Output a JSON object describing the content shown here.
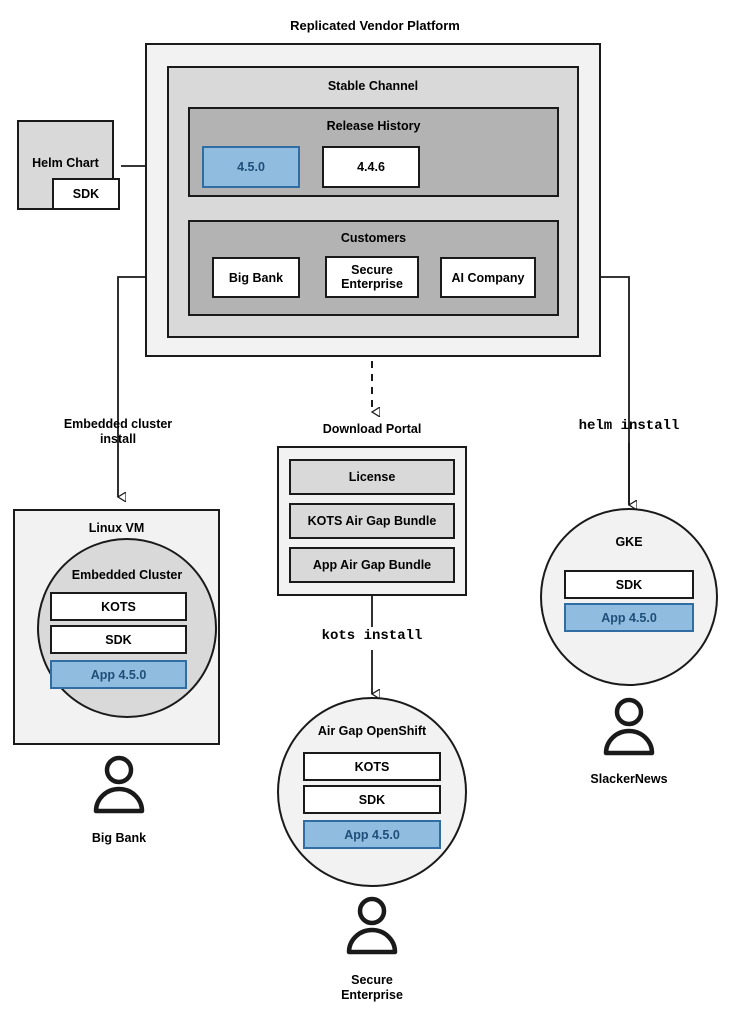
{
  "diagram": {
    "title": "Replicated Vendor Platform",
    "platform": {
      "stable_channel": {
        "title": "Stable Channel",
        "release_history": {
          "title": "Release History",
          "releases": [
            {
              "version": "4.5.0",
              "state": "current"
            },
            {
              "version": "4.4.6",
              "state": "previous"
            }
          ]
        },
        "customers": {
          "title": "Customers",
          "items": [
            "Big Bank",
            "Secure Enterprise",
            "AI Company"
          ]
        }
      }
    },
    "helm_chart": {
      "title": "Helm Chart",
      "sdk_label": "SDK"
    },
    "flows": [
      {
        "label": "Embedded cluster install",
        "from": "Big Bank",
        "to": "Linux VM"
      },
      {
        "label": "kots install",
        "from": "Download Portal",
        "to": "Air Gap OpenShift"
      },
      {
        "label": "helm install",
        "from": "AI Company",
        "to": "GKE"
      }
    ],
    "flow_labels": {
      "embedded_line1": "Embedded cluster",
      "embedded_line2": "install",
      "kots_install": "kots install",
      "helm_install": "helm install"
    },
    "download_portal": {
      "title": "Download Portal",
      "artifacts": [
        "License",
        "KOTS Air Gap Bundle",
        "App Air Gap Bundle"
      ]
    },
    "environments": [
      {
        "id": "linux-vm",
        "title": "Linux VM",
        "inner_title": "Embedded Cluster",
        "components": [
          {
            "label": "KOTS",
            "style": "white"
          },
          {
            "label": "SDK",
            "style": "white"
          },
          {
            "label": "App 4.5.0",
            "style": "blue"
          }
        ],
        "user": "Big Bank"
      },
      {
        "id": "air-gap-openshift",
        "title": "Air Gap OpenShift",
        "components": [
          {
            "label": "KOTS",
            "style": "white"
          },
          {
            "label": "SDK",
            "style": "white"
          },
          {
            "label": "App 4.5.0",
            "style": "blue"
          }
        ],
        "user_line1": "Secure",
        "user_line2": "Enterprise"
      },
      {
        "id": "gke",
        "title": "GKE",
        "components": [
          {
            "label": "SDK",
            "style": "white"
          },
          {
            "label": "App 4.5.0",
            "style": "blue"
          }
        ],
        "user": "SlackerNews"
      }
    ],
    "colors": {
      "stroke": "#1a1a1a",
      "level1": "#f2f2f2",
      "level2": "#d9d9d9",
      "level3": "#b3b3b3",
      "accent_fill": "#8fbcdf",
      "accent_stroke": "#2f6da3",
      "accent_text": "#1f4e79",
      "white": "#ffffff"
    }
  }
}
